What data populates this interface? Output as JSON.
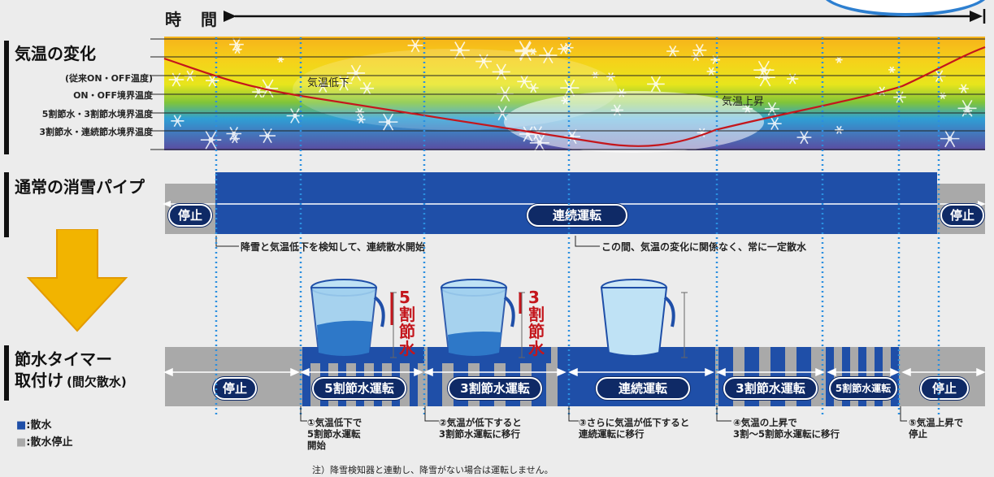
{
  "header": {
    "time_label": "時　間"
  },
  "sections": {
    "temperature": {
      "title": "気温の変化",
      "levels": [
        "(従来ON・OFF温度)",
        "ON・OFF境界温度",
        "5割節水・3割節水境界温度",
        "3割節水・連続節水境界温度"
      ],
      "curve_labels": {
        "drop": "気温低下",
        "rise": "気温上昇"
      }
    },
    "normal_pipe": {
      "title": "通常の消雪パイプ",
      "stop_left": "停止",
      "continuous": "連続運転",
      "stop_right": "停止",
      "note_start": "降雪と気温低下を検知して、連続散水開始",
      "note_const": "この間、気温の変化に関係なく、常に一定散水"
    },
    "timer": {
      "title_line1": "節水タイマー",
      "title_line2": "取付け",
      "title_suffix": "(間欠散水)",
      "stages": [
        "停止",
        "5割節水運転",
        "3割節水運転",
        "連続運転",
        "3割節水運転",
        "5割節水運転",
        "停止"
      ],
      "bucket_labels": [
        "5割節水",
        "3割節水"
      ],
      "notes": [
        "①気温低下で\n5割節水運転\n開始",
        "②気温が低下すると\n3割節水運転に移行",
        "③さらに気温が低下すると\n連続運転に移行",
        "④気温の上昇で\n3割〜5割節水運転に移行",
        "⑤気温上昇で\n停止"
      ]
    }
  },
  "legend": {
    "spray": "■:散水",
    "stop": "■:散水停止"
  },
  "footnote": "注）降雪検知器と連動し、降雪がない場合は運転しません。",
  "colors": {
    "spray": "#1f4fa8",
    "stop": "#a9a9a9",
    "curve": "#c4161c",
    "bucket_label": "#c4161c",
    "arrow": "#f2b400"
  }
}
